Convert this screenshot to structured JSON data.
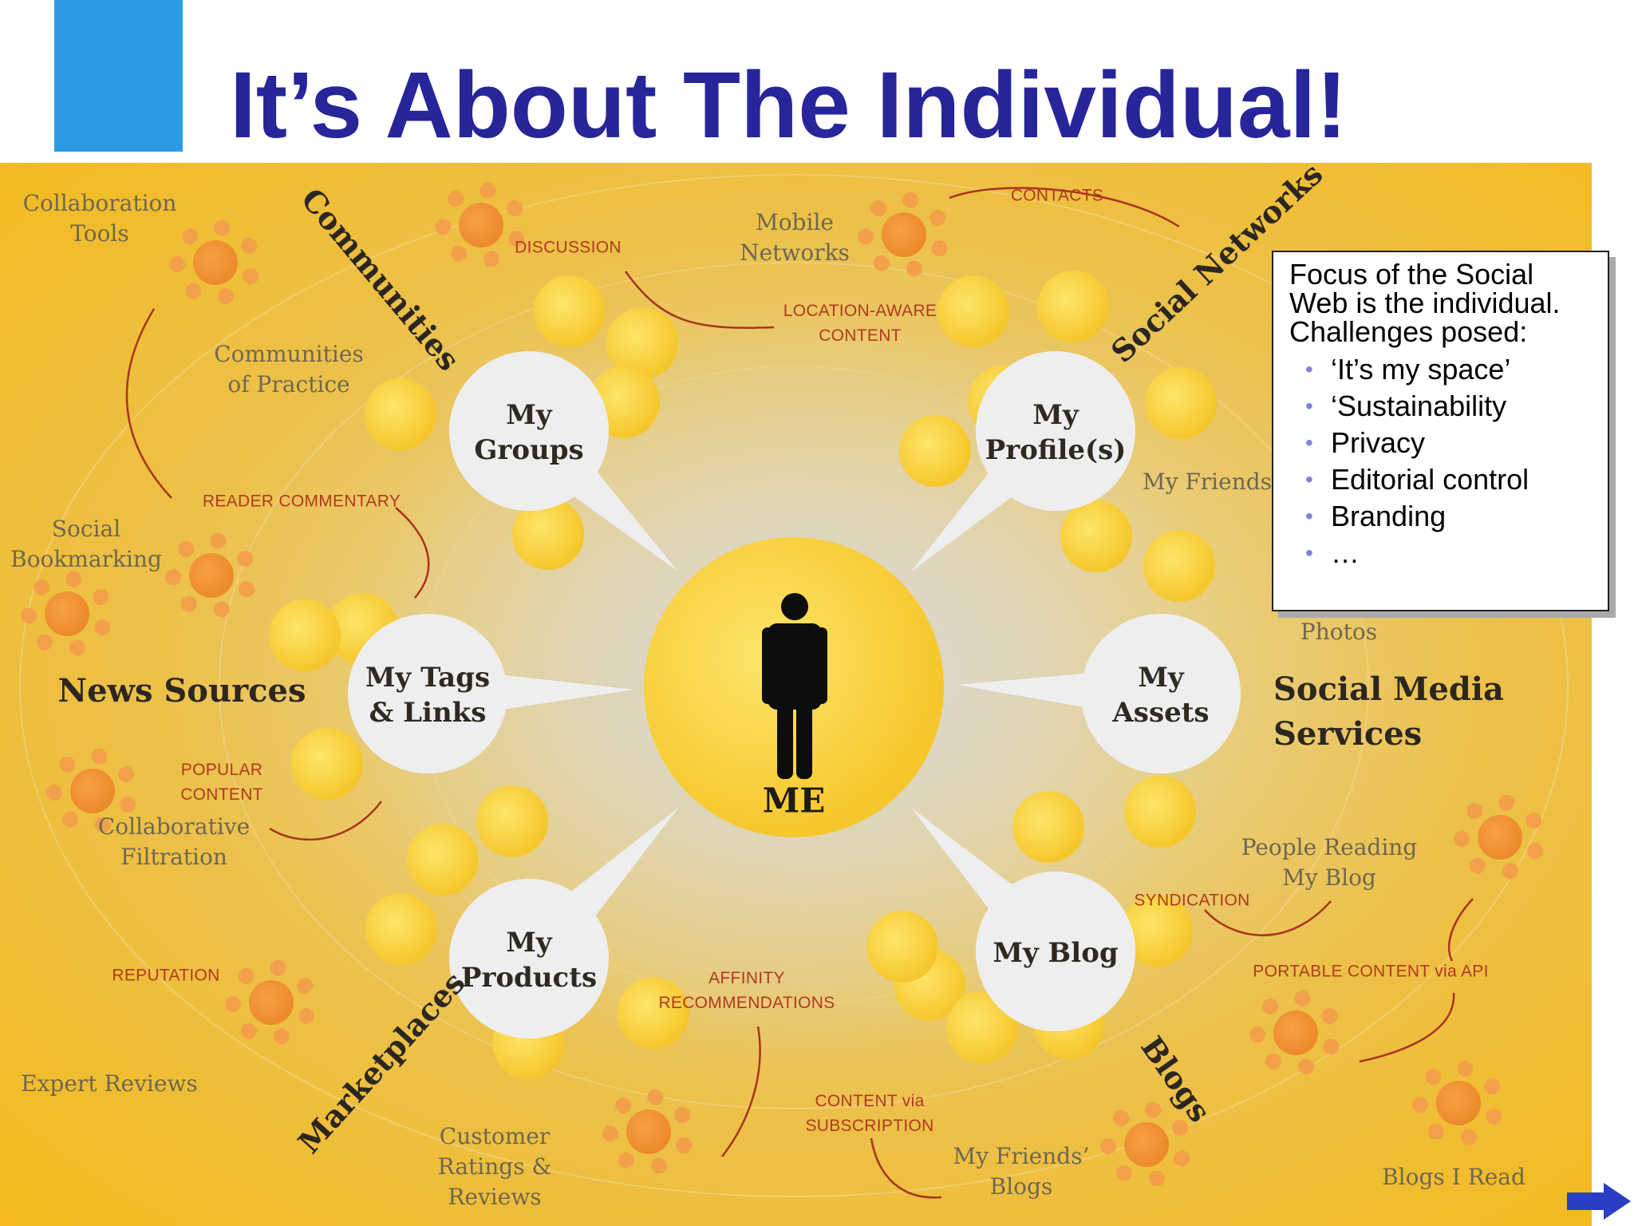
{
  "slide": {
    "title": "It’s About The Individual!"
  },
  "diagram": {
    "center": "ME",
    "bubbles": [
      {
        "id": "groups",
        "text": "My\nGroups"
      },
      {
        "id": "profiles",
        "text": "My\nProfile(s)"
      },
      {
        "id": "tags",
        "text": "My Tags\n& Links"
      },
      {
        "id": "assets",
        "text": "My\nAssets"
      },
      {
        "id": "products",
        "text": "My\nProducts"
      },
      {
        "id": "blog",
        "text": "My Blog"
      }
    ],
    "categories": [
      "Communities",
      "Social Networks",
      "Marketplaces",
      "Blogs"
    ],
    "major_labels": [
      "News Sources",
      "Social Media\nServices"
    ],
    "labels": [
      "Collaboration\nTools",
      "Communities\nof Practice",
      "Social\nBookmarking",
      "Collaborative\nFiltration",
      "Expert Reviews",
      "Customer\nRatings &\nReviews",
      "Mobile\nNetworks",
      "My Friends",
      "Photos",
      "People Reading\nMy Blog",
      "Blogs I Read",
      "My Friends’\nBlogs"
    ],
    "red_labels": [
      "DISCUSSION",
      "LOCATION-AWARE\nCONTENT",
      "CONTACTS",
      "READER COMMENTARY",
      "POPULAR\nCONTENT",
      "REPUTATION",
      "AFFINITY\nRECOMMENDATIONS",
      "CONTENT via\nSUBSCRIPTION",
      "SYNDICATION",
      "PORTABLE CONTENT via API"
    ]
  },
  "callout": {
    "lines": [
      "Focus of the Social",
      "Web is the individual.",
      "Challenges posed:"
    ],
    "bullets": [
      "‘It’s my space’",
      "‘Sustainability",
      "Privacy",
      "Editorial control",
      "Branding",
      "…"
    ]
  }
}
